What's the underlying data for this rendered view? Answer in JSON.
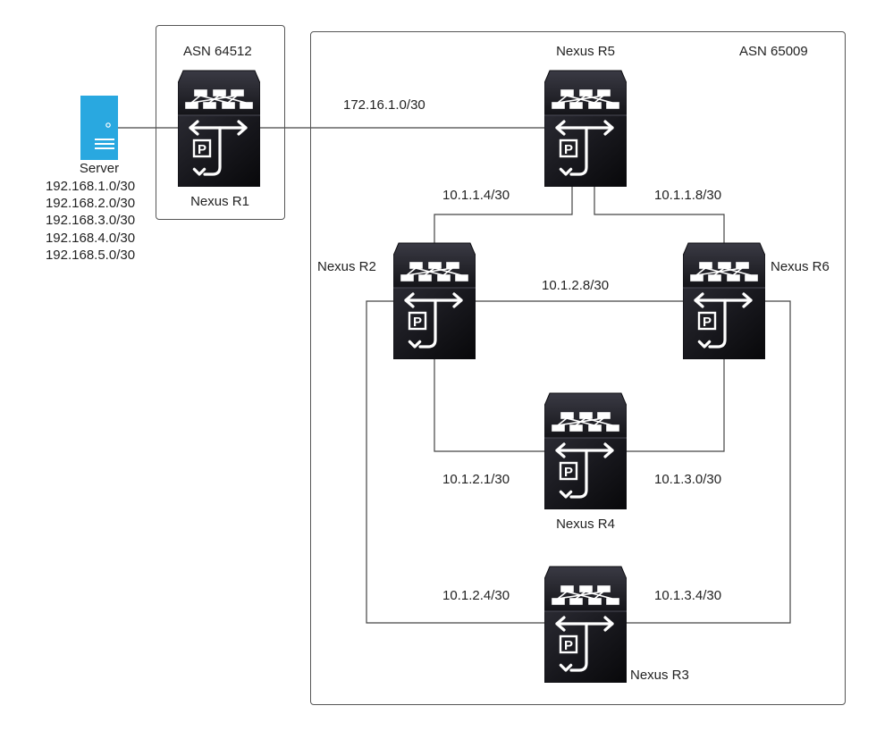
{
  "asn_left": "ASN 64512",
  "asn_right": "ASN 65009",
  "server": {
    "label": "Server",
    "networks": [
      "192.168.1.0/30",
      "192.168.2.0/30",
      "192.168.3.0/30",
      "192.168.4.0/30",
      "192.168.5.0/30"
    ]
  },
  "routers": {
    "r1": "Nexus R1",
    "r2": "Nexus R2",
    "r3": "Nexus R3",
    "r4": "Nexus R4",
    "r5": "Nexus R5",
    "r6": "Nexus R6"
  },
  "links": {
    "r1_r5": "172.16.1.0/30",
    "r5_r2": "10.1.1.4/30",
    "r5_r6": "10.1.1.8/30",
    "r2_r6": "10.1.2.8/30",
    "r2_r4": "10.1.2.1/30",
    "r6_r4": "10.1.3.0/30",
    "r2_r3": "10.1.2.4/30",
    "r6_r3": "10.1.3.4/30"
  },
  "colors": {
    "router_body": "#1c1c22",
    "server": "#29a8e0",
    "line": "#444444"
  }
}
